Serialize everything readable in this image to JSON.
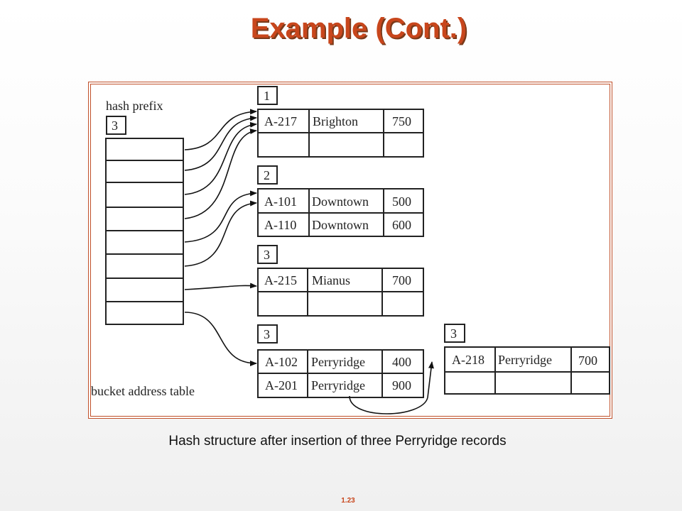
{
  "slide": {
    "title": "Example (Cont.)",
    "caption": "Hash structure after insertion of  three Perryridge records",
    "page_number": "1.23"
  },
  "diagram": {
    "hash_prefix_label": "hash prefix",
    "global_depth": "3",
    "bucket_address_table_label": "bucket address table",
    "bucket_address_entries": 8,
    "buckets": [
      {
        "local_depth": "1",
        "records": [
          [
            "A-217",
            "Brighton",
            "750"
          ],
          [
            "",
            "",
            ""
          ]
        ]
      },
      {
        "local_depth": "2",
        "records": [
          [
            "A-101",
            "Downtown",
            "500"
          ],
          [
            "A-110",
            "Downtown",
            "600"
          ]
        ]
      },
      {
        "local_depth": "3",
        "records": [
          [
            "A-215",
            "Mianus",
            "700"
          ],
          [
            "",
            "",
            ""
          ]
        ]
      },
      {
        "local_depth": "3",
        "records": [
          [
            "A-102",
            "Perryridge",
            "400"
          ],
          [
            "A-201",
            "Perryridge",
            "900"
          ]
        ]
      },
      {
        "local_depth": "3",
        "records": [
          [
            "A-218",
            "Perryridge",
            "700"
          ],
          [
            "",
            "",
            ""
          ]
        ]
      }
    ]
  },
  "colors": {
    "title": "#c8461c",
    "frame_border": "#c0502a",
    "lines": "#222222"
  }
}
